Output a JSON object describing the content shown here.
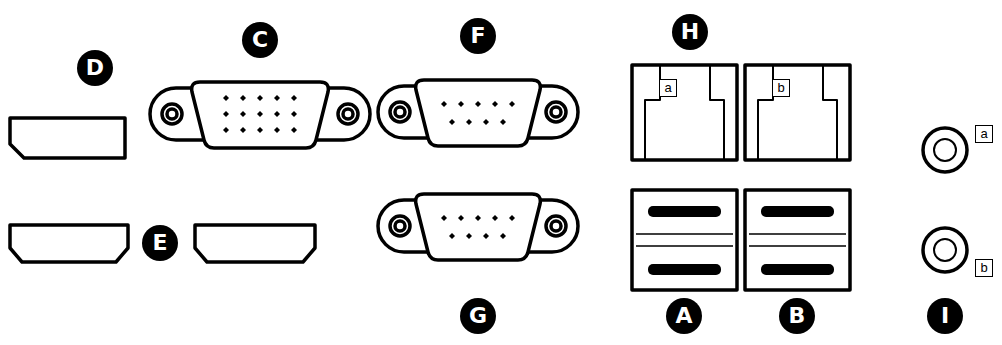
{
  "diagram": {
    "labels": [
      "D",
      "C",
      "F",
      "H",
      "a",
      "b",
      "a",
      "E",
      "b",
      "G",
      "A",
      "B",
      "I"
    ]
  }
}
